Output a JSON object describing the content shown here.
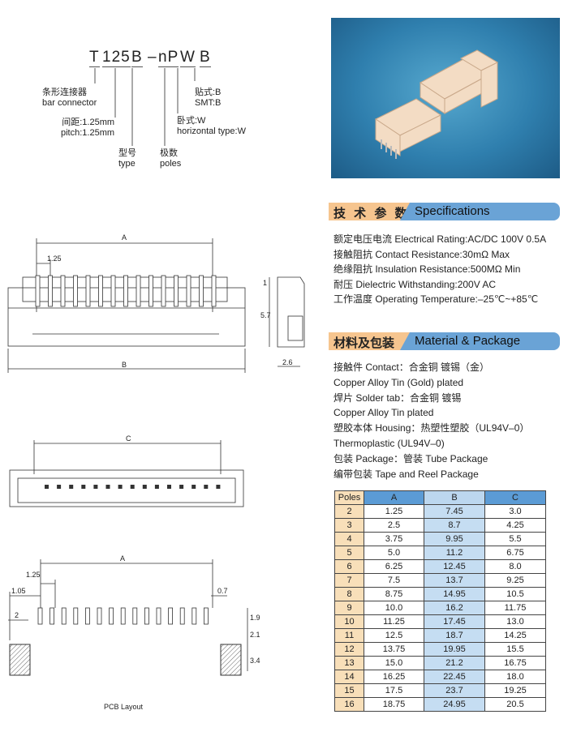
{
  "part_number": {
    "segments": [
      "T",
      "125",
      "B",
      "–",
      "nP",
      "W",
      "B"
    ],
    "labels": {
      "bar_cn": "条形连接器",
      "bar_en": "bar connector",
      "pitch_cn": "间距:1.25mm",
      "pitch_en": "pitch:1.25mm",
      "type_cn": "型号",
      "type_en": "type",
      "poles_cn": "极数",
      "poles_en": "poles",
      "hor_cn": "卧式:W",
      "hor_en": "horizontal type:W",
      "smt_cn": "贴式:B",
      "smt_en": "SMT:B"
    }
  },
  "drawings": {
    "top": {
      "a": "A",
      "pitch": "1.25",
      "b": "B"
    },
    "side": {
      "h1": "1",
      "h2": "5.7",
      "w": "2.6"
    },
    "bottom": {
      "c": "C"
    },
    "pcb": {
      "a": "A",
      "pitch": "1.25",
      "d105": "1.05",
      "d07": "0.7",
      "d2": "2",
      "d19": "1.9",
      "d21": "2.1",
      "d34": "3.4",
      "caption": "PCB Layout"
    }
  },
  "specifications": {
    "header_cn": "技 术 参 数",
    "header_en": "Specifications",
    "lines": [
      "额定电压电流 Electrical Rating:AC/DC 100V 0.5A",
      "接触阻抗 Contact Resistance:30mΩ Max",
      "绝缘阻抗 Insulation Resistance:500MΩ Min",
      "耐压 Dielectric Withstanding:200V AC",
      "工作温度 Operating Temperature:–25℃~+85℃"
    ]
  },
  "material": {
    "header_cn": "材料及包装",
    "header_en": "Material & Package",
    "lines": [
      "接触件 Contact：合金铜 镀锡（金）",
      "Copper Alloy Tin (Gold) plated",
      "焊片 Solder tab：合金铜 镀锡",
      "Copper Alloy Tin plated",
      "塑胶本体 Housing：热塑性塑胶（UL94V–0）",
      "Thermoplastic (UL94V–0)",
      "包装 Package：管装 Tube Package",
      "编带包装 Tape and Reel Package"
    ]
  },
  "table": {
    "headers": [
      "Poles",
      "A",
      "B",
      "C"
    ],
    "rows": [
      [
        "2",
        "1.25",
        "7.45",
        "3.0"
      ],
      [
        "3",
        "2.5",
        "8.7",
        "4.25"
      ],
      [
        "4",
        "3.75",
        "9.95",
        "5.5"
      ],
      [
        "5",
        "5.0",
        "11.2",
        "6.75"
      ],
      [
        "6",
        "6.25",
        "12.45",
        "8.0"
      ],
      [
        "7",
        "7.5",
        "13.7",
        "9.25"
      ],
      [
        "8",
        "8.75",
        "14.95",
        "10.5"
      ],
      [
        "9",
        "10.0",
        "16.2",
        "11.75"
      ],
      [
        "10",
        "11.25",
        "17.45",
        "13.0"
      ],
      [
        "11",
        "12.5",
        "18.7",
        "14.25"
      ],
      [
        "12",
        "13.75",
        "19.95",
        "15.5"
      ],
      [
        "13",
        "15.0",
        "21.2",
        "16.75"
      ],
      [
        "14",
        "16.25",
        "22.45",
        "18.0"
      ],
      [
        "15",
        "17.5",
        "23.7",
        "19.25"
      ],
      [
        "16",
        "18.75",
        "24.95",
        "20.5"
      ]
    ]
  }
}
